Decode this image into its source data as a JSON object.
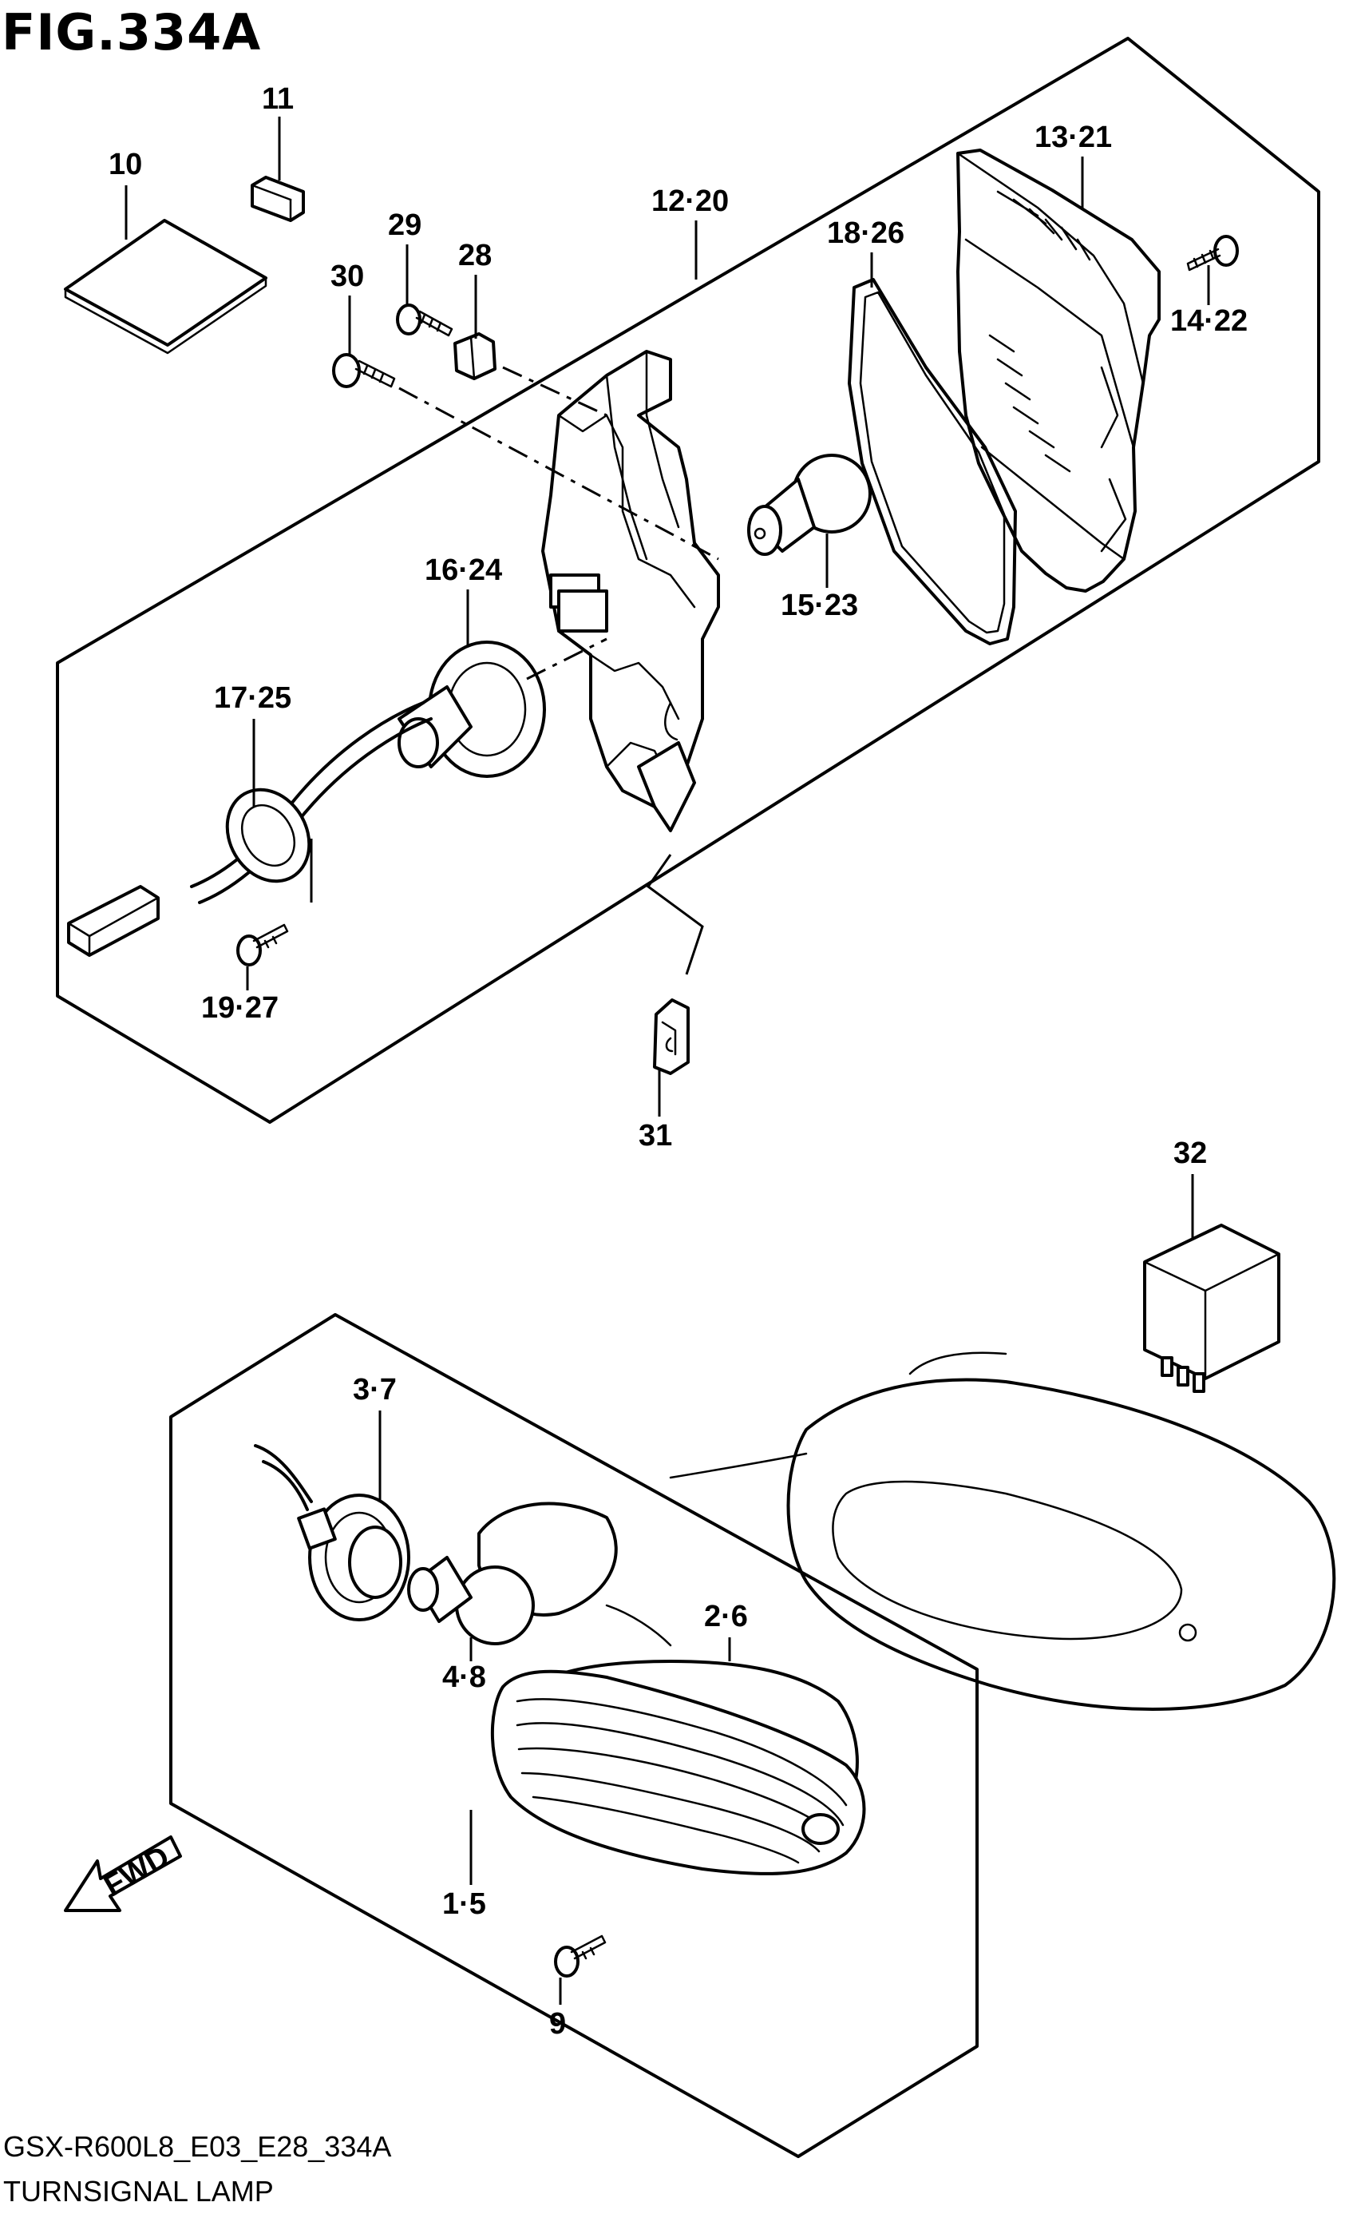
{
  "figure": {
    "title": "FIG.334A",
    "code": "GSX-R600L8_E03_E28_334A",
    "name": "TURNSIGNAL LAMP"
  },
  "fwd_arrow_label": "FWD",
  "callouts": [
    "10",
    "11",
    "12·20",
    "13·21",
    "14·22",
    "15·23",
    "16·24",
    "17·25",
    "18·26",
    "19·27",
    "28",
    "29",
    "30",
    "31",
    "32",
    "3·7",
    "4·8",
    "2·6",
    "1·5",
    "9"
  ]
}
